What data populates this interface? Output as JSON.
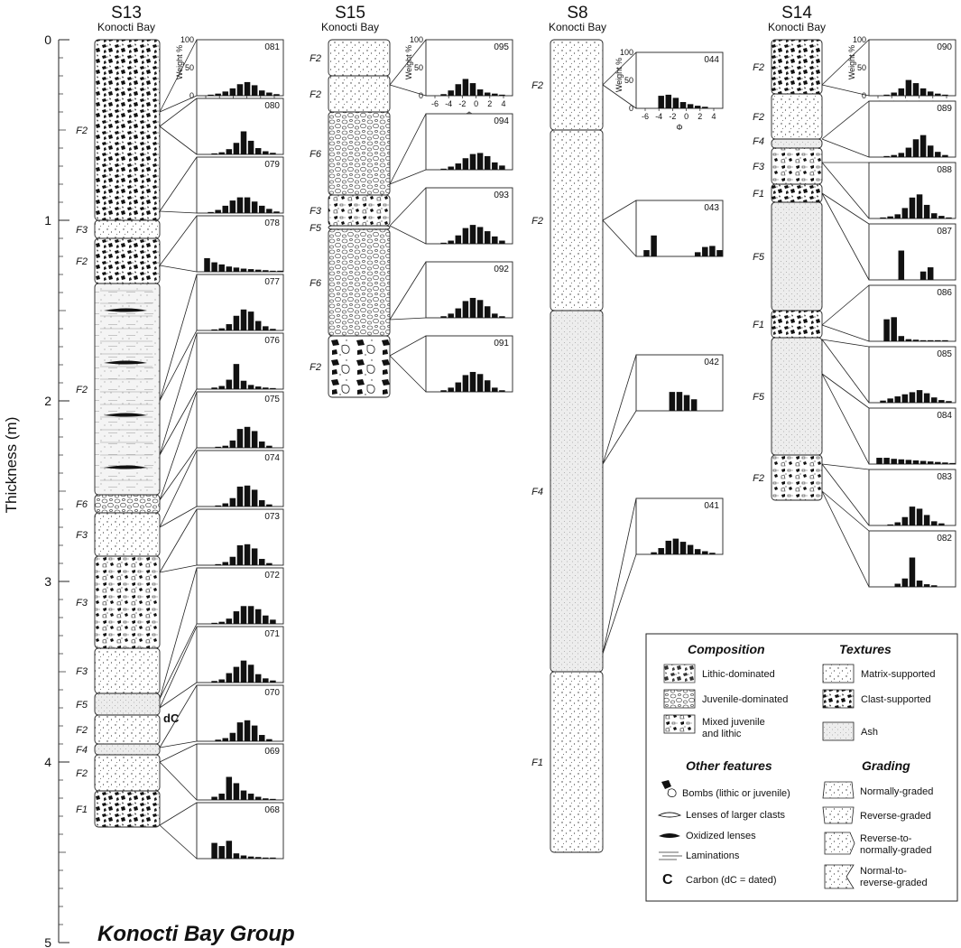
{
  "y_axis": {
    "label": "Thickness (m)",
    "ticks": [
      "0",
      "1",
      "2",
      "3",
      "4",
      "5"
    ],
    "range": [
      0,
      5
    ]
  },
  "group_label": "Konocti Bay Group",
  "hist_axis": {
    "x_ticks": [
      "-6",
      "-4",
      "-2",
      "0",
      "2",
      "4"
    ],
    "y_ticks": [
      "0",
      "50",
      "100"
    ],
    "x_label": "Φ",
    "y_label": "Weight %"
  },
  "sections": [
    {
      "code": "S13",
      "location": "Konocti Bay",
      "units": [
        {
          "top": 0.0,
          "bottom": 1.0,
          "facies": "F2",
          "texture": "clast-supported"
        },
        {
          "top": 1.0,
          "bottom": 1.1,
          "facies": "F3",
          "texture": "matrix-supported"
        },
        {
          "top": 1.1,
          "bottom": 1.35,
          "facies": "F2",
          "texture": "clast-supported"
        },
        {
          "top": 1.35,
          "bottom": 2.52,
          "facies": "F2",
          "texture": "laminated"
        },
        {
          "top": 2.52,
          "bottom": 2.62,
          "facies": "F6",
          "texture": "juvenile"
        },
        {
          "top": 2.62,
          "bottom": 2.86,
          "facies": "F3",
          "texture": "matrix-supported"
        },
        {
          "top": 2.86,
          "bottom": 3.37,
          "facies": "F3",
          "texture": "mixed"
        },
        {
          "top": 3.37,
          "bottom": 3.62,
          "facies": "F3",
          "texture": "matrix-supported"
        },
        {
          "top": 3.62,
          "bottom": 3.74,
          "facies": "F5",
          "texture": "ash"
        },
        {
          "top": 3.74,
          "bottom": 3.9,
          "facies": "F2",
          "texture": "matrix-supported"
        },
        {
          "top": 3.9,
          "bottom": 3.96,
          "facies": "F4",
          "texture": "ash"
        },
        {
          "top": 3.96,
          "bottom": 4.16,
          "facies": "F2",
          "texture": "matrix-supported"
        },
        {
          "top": 4.16,
          "bottom": 4.36,
          "facies": "F1",
          "texture": "clast-supported"
        }
      ],
      "annotation": "dC"
    },
    {
      "code": "S15",
      "location": "Konocti Bay",
      "units": [
        {
          "top": 0.0,
          "bottom": 0.2,
          "facies": "F2",
          "texture": "matrix-supported"
        },
        {
          "top": 0.2,
          "bottom": 0.4,
          "facies": "F2",
          "texture": "matrix-supported"
        },
        {
          "top": 0.4,
          "bottom": 0.86,
          "facies": "F6",
          "texture": "juvenile"
        },
        {
          "top": 0.86,
          "bottom": 1.03,
          "facies": "F3",
          "texture": "mixed"
        },
        {
          "top": 1.03,
          "bottom": 1.05,
          "facies": "F5",
          "texture": "ash"
        },
        {
          "top": 1.05,
          "bottom": 1.64,
          "facies": "F6",
          "texture": "juvenile"
        },
        {
          "top": 1.64,
          "bottom": 1.98,
          "facies": "F2",
          "texture": "bombs"
        }
      ]
    },
    {
      "code": "S8",
      "location": "Konocti Bay",
      "units": [
        {
          "top": 0.0,
          "bottom": 0.5,
          "facies": "F2",
          "texture": "matrix-supported"
        },
        {
          "top": 0.5,
          "bottom": 1.5,
          "facies": "F2",
          "texture": "matrix-supported"
        },
        {
          "top": 1.5,
          "bottom": 3.5,
          "facies": "F4",
          "texture": "ash"
        },
        {
          "top": 3.5,
          "bottom": 4.5,
          "facies": "F1",
          "texture": "matrix-supported"
        }
      ]
    },
    {
      "code": "S14",
      "location": "Konocti Bay",
      "units": [
        {
          "top": 0.0,
          "bottom": 0.3,
          "facies": "F2",
          "texture": "clast-supported"
        },
        {
          "top": 0.3,
          "bottom": 0.55,
          "facies": "F2",
          "texture": "matrix-supported"
        },
        {
          "top": 0.55,
          "bottom": 0.6,
          "facies": "F4",
          "texture": "ash"
        },
        {
          "top": 0.6,
          "bottom": 0.8,
          "facies": "F3",
          "texture": "mixed"
        },
        {
          "top": 0.8,
          "bottom": 0.9,
          "facies": "F1",
          "texture": "clast-supported"
        },
        {
          "top": 0.9,
          "bottom": 1.5,
          "facies": "F5",
          "texture": "ash"
        },
        {
          "top": 1.5,
          "bottom": 1.65,
          "facies": "F1",
          "texture": "clast-supported"
        },
        {
          "top": 1.65,
          "bottom": 2.3,
          "facies": "F5",
          "texture": "ash"
        },
        {
          "top": 2.3,
          "bottom": 2.55,
          "facies": "F2",
          "texture": "mixed"
        }
      ]
    }
  ],
  "histograms": [
    {
      "id": "081",
      "section": "S13",
      "depth": 0.4,
      "axis": true,
      "values": [
        2,
        4,
        8,
        14,
        22,
        26,
        20,
        10,
        6,
        3
      ]
    },
    {
      "id": "080",
      "section": "S13",
      "depth": 0.48,
      "values": [
        2,
        4,
        10,
        22,
        44,
        26,
        12,
        6,
        3
      ]
    },
    {
      "id": "079",
      "section": "S13",
      "depth": 0.95,
      "values": [
        2,
        6,
        14,
        24,
        30,
        30,
        22,
        14,
        8,
        3
      ]
    },
    {
      "id": "078",
      "section": "S13",
      "depth": 1.25,
      "values": [
        26,
        18,
        14,
        10,
        8,
        6,
        5,
        4,
        3,
        2,
        2
      ]
    },
    {
      "id": "077",
      "section": "S13",
      "depth": 2.0,
      "values": [
        2,
        4,
        12,
        28,
        40,
        36,
        18,
        8,
        3
      ]
    },
    {
      "id": "076",
      "section": "S13",
      "depth": 2.3,
      "values": [
        3,
        6,
        18,
        48,
        16,
        8,
        5,
        3,
        2
      ]
    },
    {
      "id": "075",
      "section": "S13",
      "depth": 2.55,
      "values": [
        2,
        4,
        14,
        36,
        40,
        32,
        12,
        4
      ]
    },
    {
      "id": "074",
      "section": "S13",
      "depth": 2.7,
      "values": [
        2,
        6,
        16,
        38,
        40,
        32,
        12,
        4
      ]
    },
    {
      "id": "073",
      "section": "S13",
      "depth": 2.95,
      "values": [
        2,
        6,
        16,
        38,
        40,
        32,
        12,
        4
      ]
    },
    {
      "id": "072",
      "section": "S13",
      "depth": 3.65,
      "values": [
        2,
        4,
        10,
        24,
        34,
        34,
        28,
        16,
        8
      ]
    },
    {
      "id": "071",
      "section": "S13",
      "depth": 3.7,
      "values": [
        3,
        6,
        18,
        30,
        42,
        34,
        16,
        8,
        4
      ]
    },
    {
      "id": "070",
      "section": "S13",
      "depth": 3.92,
      "values": [
        3,
        6,
        16,
        36,
        40,
        30,
        12,
        4
      ]
    },
    {
      "id": "069",
      "section": "S13",
      "depth": 4.0,
      "values": [
        6,
        12,
        44,
        32,
        18,
        12,
        6,
        3,
        2
      ]
    },
    {
      "id": "068",
      "section": "S13",
      "depth": 4.35,
      "values": [
        30,
        24,
        34,
        10,
        6,
        4,
        3,
        2,
        2
      ]
    },
    {
      "id": "095",
      "section": "S15",
      "depth": 0.25,
      "axis": true,
      "values": [
        3,
        10,
        22,
        32,
        24,
        12,
        6,
        4,
        2
      ]
    },
    {
      "id": "094",
      "section": "S15",
      "depth": 0.8,
      "values": [
        2,
        6,
        12,
        22,
        30,
        32,
        26,
        14,
        8
      ]
    },
    {
      "id": "093",
      "section": "S15",
      "depth": 1.03,
      "values": [
        2,
        6,
        16,
        30,
        36,
        32,
        24,
        14,
        6
      ]
    },
    {
      "id": "092",
      "section": "S15",
      "depth": 1.55,
      "values": [
        3,
        8,
        18,
        32,
        38,
        34,
        22,
        8,
        3
      ]
    },
    {
      "id": "091",
      "section": "S15",
      "depth": 1.75,
      "values": [
        3,
        8,
        18,
        32,
        38,
        34,
        22,
        8,
        3
      ]
    },
    {
      "id": "044",
      "section": "S8",
      "depth": 0.25,
      "axis": true,
      "values": [
        24,
        26,
        20,
        12,
        8,
        5,
        3
      ]
    },
    {
      "id": "043",
      "section": "S8",
      "depth": 1.0,
      "values": [
        12,
        40,
        0,
        0,
        0,
        0,
        0,
        8,
        18,
        20,
        12
      ]
    },
    {
      "id": "042",
      "section": "S8",
      "depth": 2.35,
      "values": [
        36,
        36,
        30,
        22
      ]
    },
    {
      "id": "041",
      "section": "S8",
      "depth": 3.4,
      "values": [
        4,
        12,
        26,
        30,
        24,
        18,
        10,
        6,
        3
      ]
    },
    {
      "id": "090",
      "section": "S14",
      "depth": 0.25,
      "axis": true,
      "values": [
        2,
        6,
        14,
        30,
        24,
        14,
        8,
        4,
        2
      ]
    },
    {
      "id": "089",
      "section": "S14",
      "depth": 0.55,
      "values": [
        2,
        4,
        8,
        18,
        34,
        42,
        22,
        10,
        4
      ]
    },
    {
      "id": "088",
      "section": "S14",
      "depth": 0.68,
      "values": [
        2,
        4,
        8,
        20,
        40,
        46,
        26,
        10,
        5,
        2
      ]
    },
    {
      "id": "087",
      "section": "S14",
      "depth": 0.85,
      "values": [
        56,
        0,
        0,
        16,
        24
      ]
    },
    {
      "id": "086",
      "section": "S14",
      "depth": 1.58,
      "values": [
        42,
        46,
        10,
        4,
        3,
        2,
        2,
        2,
        2
      ]
    },
    {
      "id": "085",
      "section": "S14",
      "depth": 1.66,
      "values": [
        4,
        8,
        12,
        16,
        20,
        24,
        18,
        10,
        5,
        3
      ]
    },
    {
      "id": "084",
      "section": "S14",
      "depth": 1.85,
      "values": [
        12,
        12,
        10,
        9,
        8,
        7,
        6,
        5,
        4,
        3,
        2
      ]
    },
    {
      "id": "083",
      "section": "S14",
      "depth": 2.35,
      "values": [
        2,
        6,
        16,
        36,
        32,
        20,
        8,
        4
      ]
    },
    {
      "id": "082",
      "section": "S14",
      "depth": 2.5,
      "values": [
        6,
        16,
        56,
        12,
        5,
        3
      ]
    }
  ],
  "legend": {
    "composition_title": "Composition",
    "composition": [
      "Lithic-dominated",
      "Juvenile-dominated",
      "Mixed juvenile",
      "and lithic"
    ],
    "textures_title": "Textures",
    "textures": [
      "Matrix-supported",
      "Clast-supported",
      "Ash"
    ],
    "features_title": "Other features",
    "features": [
      "Bombs (lithic or juvenile)",
      "Lenses of larger clasts",
      "Oxidized lenses",
      "Laminations",
      "Carbon (dC = dated)"
    ],
    "carbon_symbol": "C",
    "grading_title": "Grading",
    "grading": [
      "Normally-graded",
      "Reverse-graded",
      "Reverse-to-",
      "normally-graded",
      "Normal-to-",
      "reverse-graded"
    ]
  }
}
